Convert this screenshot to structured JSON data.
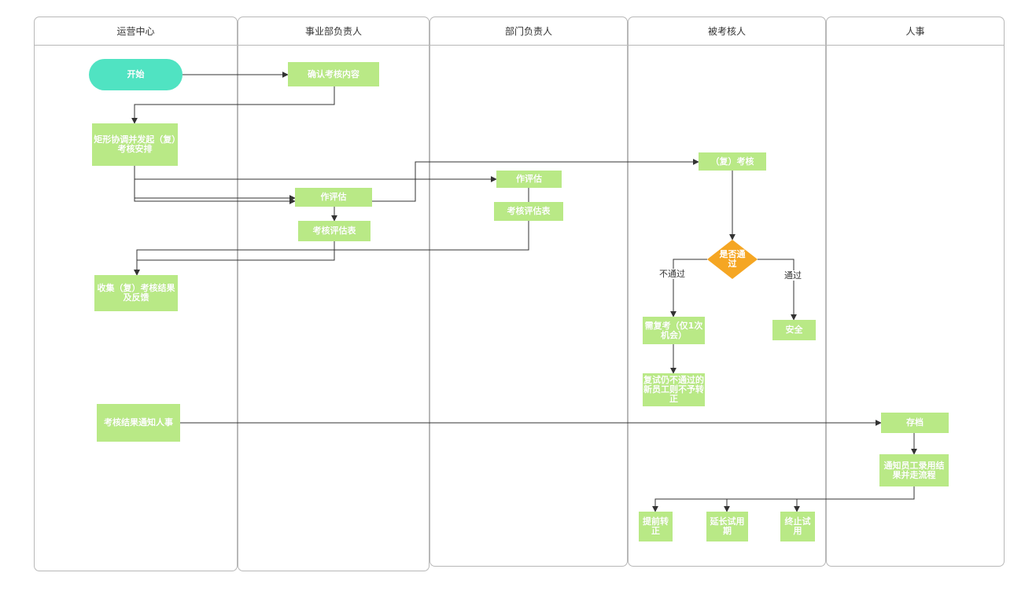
{
  "lanes": [
    {
      "label": "运营中心"
    },
    {
      "label": "事业部负责人"
    },
    {
      "label": "部门负责人"
    },
    {
      "label": "被考核人"
    },
    {
      "label": "人事"
    }
  ],
  "nodes": {
    "start": "开始",
    "confirm": "确认考核内容",
    "coordinate": "矩形协调并发起（复）考核安排",
    "assess_division": "作评估",
    "form_division": "考核评估表",
    "assess_dept": "作评估",
    "form_dept": "考核评估表",
    "reassess": "（复）考核",
    "decision": "是否通过",
    "retake": "需复考（仅1次机会）",
    "safe": "安全",
    "fail_again": "复试仍不通过的新员工则不予转正",
    "collect": "收集（复）考核结果及反馈",
    "notify_hr": "考核结果通知人事",
    "archive": "存档",
    "notify_employee": "通知员工录用结果并走流程",
    "early": "提前转正",
    "extend": "延长试用期",
    "terminate": "终止试用"
  },
  "edge_labels": {
    "fail": "不通过",
    "pass": "通过"
  },
  "colors": {
    "process": "#b9e986",
    "start": "#50e3c2",
    "decision": "#f5a623",
    "line": "#333333"
  }
}
